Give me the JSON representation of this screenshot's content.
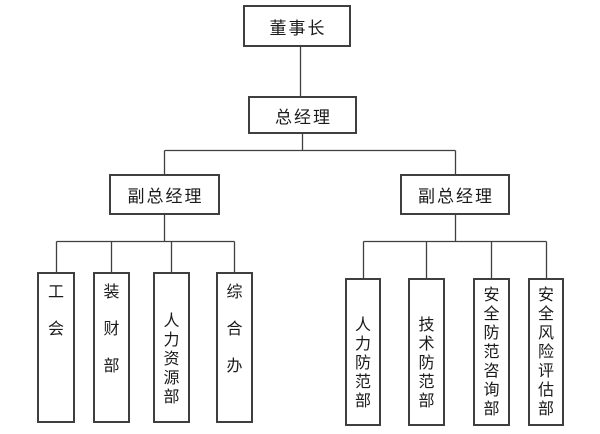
{
  "org_chart": {
    "chairman": "董事长",
    "general_manager": "总经理",
    "deputy_general_managers": [
      "副总经理",
      "副总经理"
    ],
    "left_branch_departments": [
      "工会",
      "装财部",
      "人力资源部",
      "综合办"
    ],
    "right_branch_departments": [
      "人力防范部",
      "技术防范部",
      "安全防范咨询部",
      "安全风险评估部"
    ]
  },
  "style": {
    "line_color": "#3f3f3f",
    "text_color": "#1a1a1a",
    "background_color": "#ffffff"
  }
}
